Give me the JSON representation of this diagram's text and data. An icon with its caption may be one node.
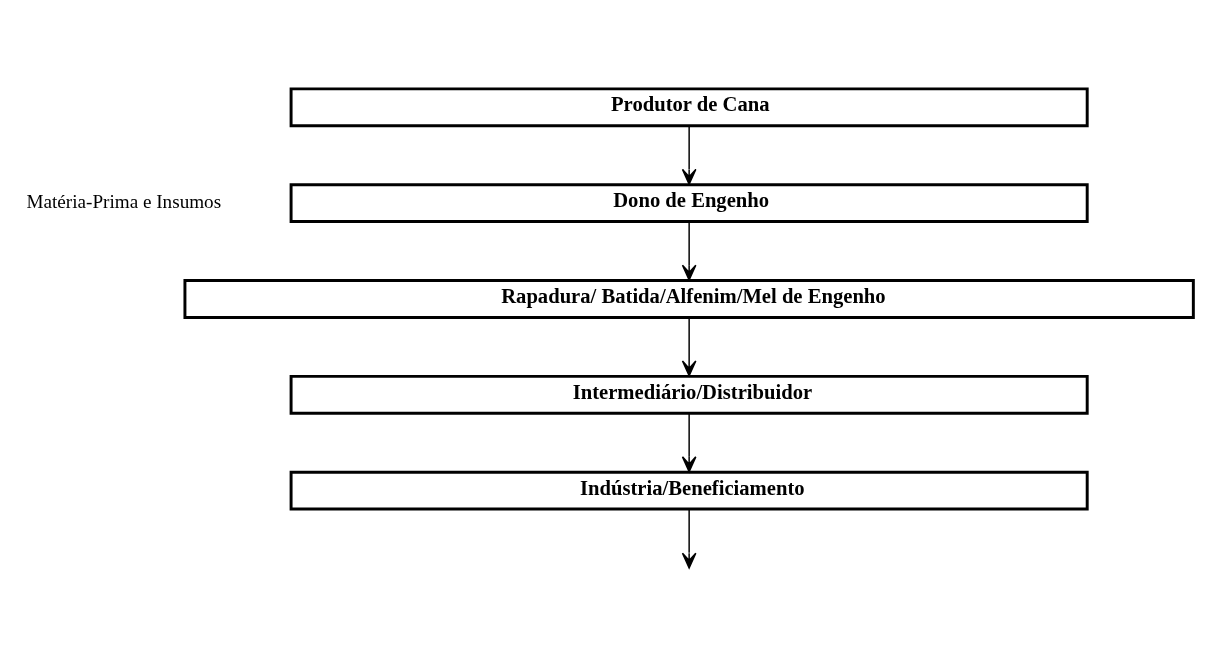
{
  "diagram": {
    "nodes": [
      {
        "text": [
          "Produtor de Cana"
        ]
      },
      {
        "text": [
          "Dono de Engenho"
        ]
      },
      {
        "text": [
          "Rapadura/ Batida/Alfenim/Mel de Engenho"
        ]
      },
      {
        "text": [
          "Intermediário/Distribuidor"
        ]
      },
      {
        "text": [
          "Indústria/Beneficiamento"
        ]
      }
    ],
    "edges": [
      {
        "from": 0,
        "to": 1,
        "arrow": "to"
      },
      {
        "from": 1,
        "to": 2,
        "arrow": "to"
      },
      {
        "from": 2,
        "to": 3,
        "arrow": "to"
      },
      {
        "from": 3,
        "to": 4,
        "arrow": "to"
      },
      {
        "from": 4,
        "to": null,
        "arrow": "to"
      }
    ],
    "labels": [
      "Matéria-Prima e Insumos"
    ]
  }
}
